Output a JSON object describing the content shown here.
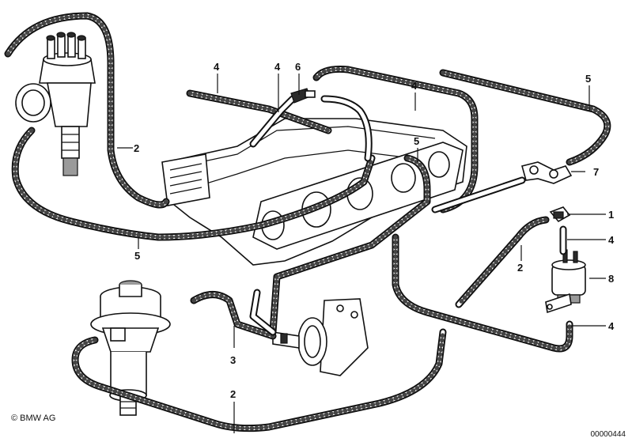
{
  "callouts": {
    "c1": "1",
    "c2_left": "2",
    "c2_right": "2",
    "c3": "3",
    "c2_bottom": "2",
    "c4_top_left": "4",
    "c4_top_mid": "4",
    "c4_mid": "4",
    "c4_right": "4",
    "c4_bottom_right": "4",
    "c5_top_right": "5",
    "c5_mid": "5",
    "c5_left": "5",
    "c6": "6",
    "c7": "7",
    "c8": "8"
  },
  "footer": {
    "copyright": "© BMW AG",
    "diagram_id": "00000444"
  }
}
